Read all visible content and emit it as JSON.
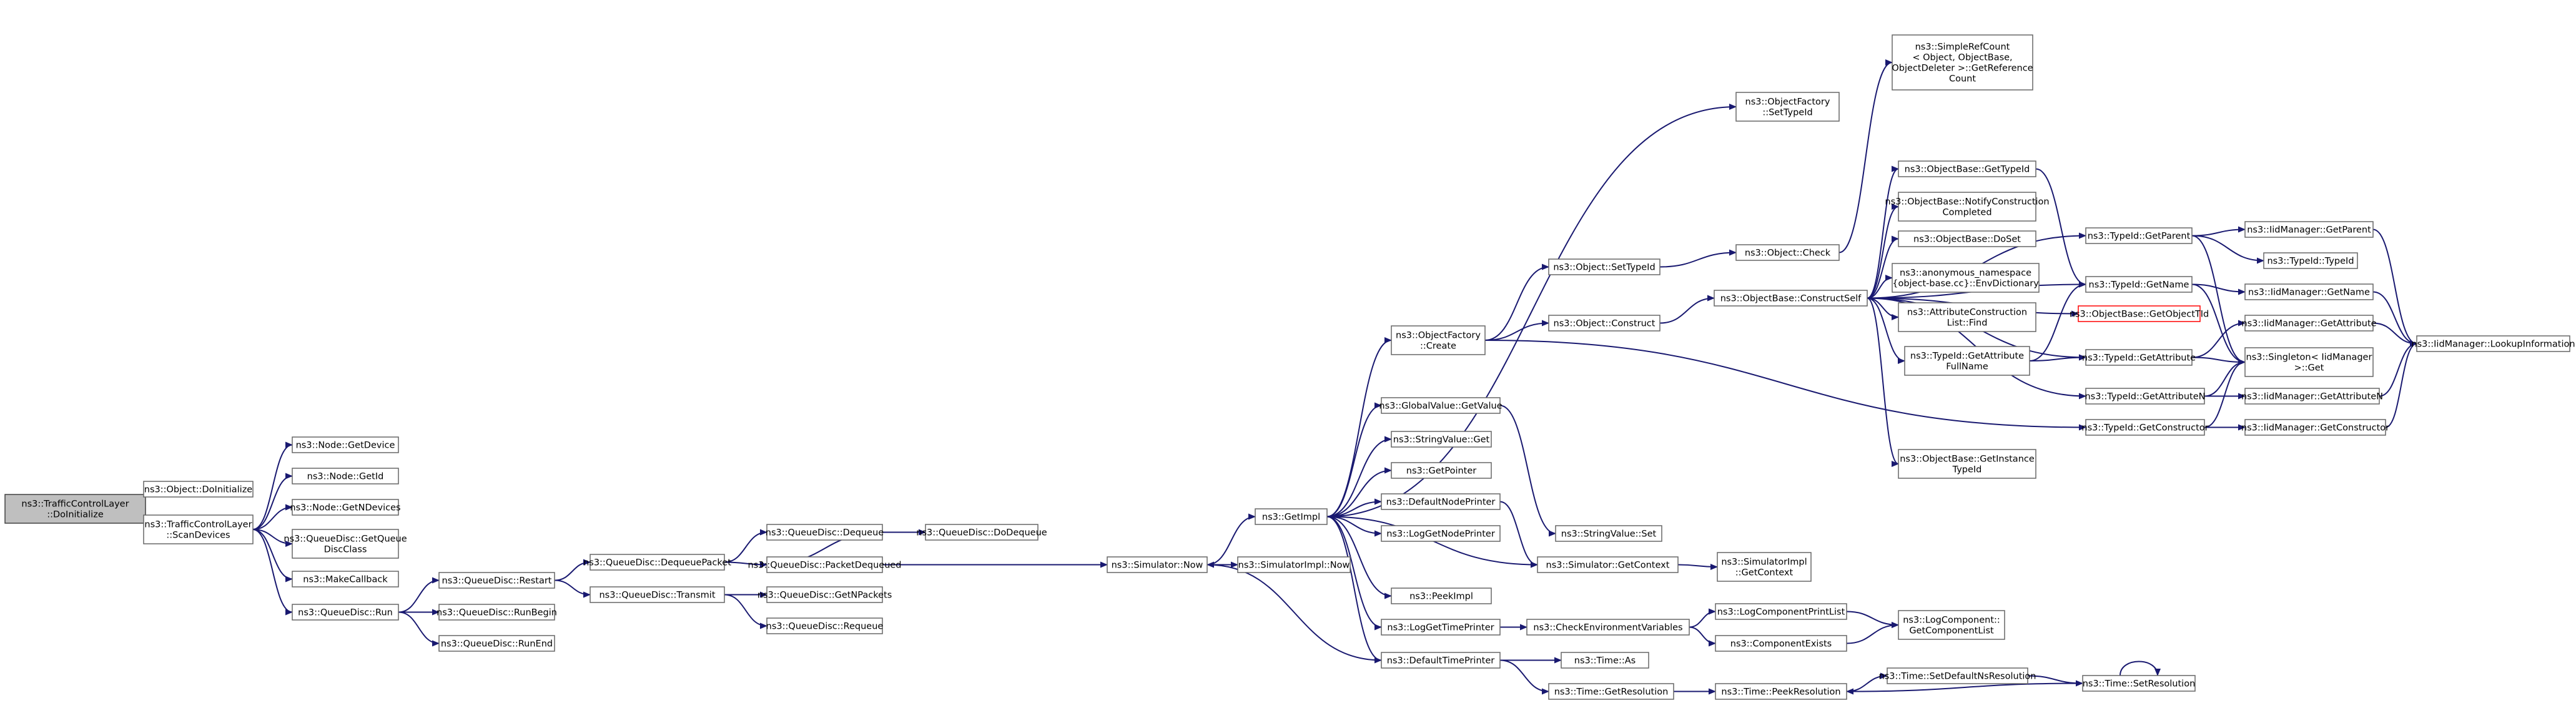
{
  "graph": {
    "colors": {
      "node_border": "#666666",
      "node_fill": "#ffffff",
      "root_fill": "#bfbfbf",
      "root_border": "#404040",
      "external_border": "#ff0000",
      "edge": "#191970",
      "text": "#000000"
    },
    "nodes": [
      {
        "id": "root",
        "lines": [
          "ns3::TrafficControlLayer",
          "::DoInitialize"
        ]
      },
      {
        "id": "obj_doinit",
        "lines": [
          "ns3::Object::DoInitialize"
        ]
      },
      {
        "id": "scan",
        "lines": [
          "ns3::TrafficControlLayer",
          "::ScanDevices"
        ]
      },
      {
        "id": "getdevice",
        "lines": [
          "ns3::Node::GetDevice"
        ]
      },
      {
        "id": "getid",
        "lines": [
          "ns3::Node::GetId"
        ]
      },
      {
        "id": "getndev",
        "lines": [
          "ns3::Node::GetNDevices"
        ]
      },
      {
        "id": "getqdc",
        "lines": [
          "ns3::QueueDisc::GetQueue",
          "DiscClass"
        ]
      },
      {
        "id": "makecb",
        "lines": [
          "ns3::MakeCallback"
        ]
      },
      {
        "id": "qrun",
        "lines": [
          "ns3::QueueDisc::Run"
        ]
      },
      {
        "id": "restart",
        "lines": [
          "ns3::QueueDisc::Restart"
        ]
      },
      {
        "id": "runbegin",
        "lines": [
          "ns3::QueueDisc::RunBegin"
        ]
      },
      {
        "id": "runend",
        "lines": [
          "ns3::QueueDisc::RunEnd"
        ]
      },
      {
        "id": "deqpkt",
        "lines": [
          "ns3::QueueDisc::DequeuePacket"
        ]
      },
      {
        "id": "transmit",
        "lines": [
          "ns3::QueueDisc::Transmit"
        ]
      },
      {
        "id": "dequeue",
        "lines": [
          "ns3::QueueDisc::Dequeue"
        ]
      },
      {
        "id": "pktdeq",
        "lines": [
          "ns3::QueueDisc::PacketDequeued"
        ]
      },
      {
        "id": "getnp",
        "lines": [
          "ns3::QueueDisc::GetNPackets"
        ]
      },
      {
        "id": "requeue",
        "lines": [
          "ns3::QueueDisc::Requeue"
        ]
      },
      {
        "id": "dodeq",
        "lines": [
          "ns3::QueueDisc::DoDequeue"
        ]
      },
      {
        "id": "simnow",
        "lines": [
          "ns3::Simulator::Now"
        ]
      },
      {
        "id": "simimplnow",
        "lines": [
          "ns3::SimulatorImpl::Now"
        ]
      },
      {
        "id": "getimpl",
        "lines": [
          "ns3::GetImpl"
        ]
      },
      {
        "id": "ofcreate",
        "lines": [
          "ns3::ObjectFactory",
          "::Create"
        ]
      },
      {
        "id": "gvgetvalue",
        "lines": [
          "ns3::GlobalValue::GetValue"
        ]
      },
      {
        "id": "svget",
        "lines": [
          "ns3::StringValue::Get"
        ]
      },
      {
        "id": "getpointer",
        "lines": [
          "ns3::GetPointer"
        ]
      },
      {
        "id": "defnodeprinter",
        "lines": [
          "ns3::DefaultNodePrinter"
        ]
      },
      {
        "id": "loggetnodeprinter",
        "lines": [
          "ns3::LogGetNodePrinter"
        ]
      },
      {
        "id": "peekimpl",
        "lines": [
          "ns3::PeekImpl"
        ]
      },
      {
        "id": "loggettimeprinter",
        "lines": [
          "ns3::LogGetTimePrinter"
        ]
      },
      {
        "id": "deftimeprinter",
        "lines": [
          "ns3::DefaultTimePrinter"
        ]
      },
      {
        "id": "svset",
        "lines": [
          "ns3::StringValue::Set"
        ]
      },
      {
        "id": "simgetctx",
        "lines": [
          "ns3::Simulator::GetContext"
        ]
      },
      {
        "id": "simimplgetctx",
        "lines": [
          "ns3::SimulatorImpl",
          "::GetContext"
        ]
      },
      {
        "id": "checkenv",
        "lines": [
          "ns3::CheckEnvironmentVariables"
        ]
      },
      {
        "id": "logcompprint",
        "lines": [
          "ns3::LogComponentPrintList"
        ]
      },
      {
        "id": "compexists",
        "lines": [
          "ns3::ComponentExists"
        ]
      },
      {
        "id": "logcompget",
        "lines": [
          "ns3::LogComponent::",
          "GetComponentList"
        ]
      },
      {
        "id": "timeas",
        "lines": [
          "ns3::Time::As"
        ]
      },
      {
        "id": "timegetres",
        "lines": [
          "ns3::Time::GetResolution"
        ]
      },
      {
        "id": "timepeekres",
        "lines": [
          "ns3::Time::PeekResolution"
        ]
      },
      {
        "id": "timesetdefres",
        "lines": [
          "ns3::Time::SetDefaultNsResolution"
        ]
      },
      {
        "id": "timesetres",
        "lines": [
          "ns3::Time::SetResolution"
        ]
      },
      {
        "id": "objsettypeid",
        "lines": [
          "ns3::Object::SetTypeId"
        ]
      },
      {
        "id": "objconstruct",
        "lines": [
          "ns3::Object::Construct"
        ]
      },
      {
        "id": "objcheck",
        "lines": [
          "ns3::Object::Check"
        ]
      },
      {
        "id": "ofsettypeid",
        "lines": [
          "ns3::ObjectFactory",
          "::SetTypeId"
        ]
      },
      {
        "id": "srcgetref",
        "lines": [
          "ns3::SimpleRefCount",
          "< Object, ObjectBase,",
          "ObjectDeleter >::GetReference",
          "Count"
        ]
      },
      {
        "id": "obconstructself",
        "lines": [
          "ns3::ObjectBase::ConstructSelf"
        ]
      },
      {
        "id": "obgettypeid",
        "lines": [
          "ns3::ObjectBase::GetTypeId"
        ]
      },
      {
        "id": "obnotify",
        "lines": [
          "ns3::ObjectBase::NotifyConstruction",
          "Completed"
        ]
      },
      {
        "id": "obdoset",
        "lines": [
          "ns3::ObjectBase::DoSet"
        ]
      },
      {
        "id": "envdict",
        "lines": [
          "ns3::anonymous_namespace",
          "{object-base.cc}::EnvDictionary"
        ]
      },
      {
        "id": "acfind",
        "lines": [
          "ns3::AttributeConstruction",
          "List::Find"
        ]
      },
      {
        "id": "tidgetattrfull",
        "lines": [
          "ns3::TypeId::GetAttribute",
          "FullName"
        ]
      },
      {
        "id": "obgetinsttid",
        "lines": [
          "ns3::ObjectBase::GetInstance",
          "TypeId"
        ]
      },
      {
        "id": "tidgetparent",
        "lines": [
          "ns3::TypeId::GetParent"
        ]
      },
      {
        "id": "tidgetname",
        "lines": [
          "ns3::TypeId::GetName"
        ]
      },
      {
        "id": "obgetobjectid",
        "lines": [
          "ns3::ObjectBase::GetObjectTId"
        ]
      },
      {
        "id": "tidgetattr",
        "lines": [
          "ns3::TypeId::GetAttribute"
        ]
      },
      {
        "id": "tidgetattrn",
        "lines": [
          "ns3::TypeId::GetAttributeN"
        ]
      },
      {
        "id": "tidgetctor",
        "lines": [
          "ns3::TypeId::GetConstructor"
        ]
      },
      {
        "id": "idmgetparent",
        "lines": [
          "ns3::IidManager::GetParent"
        ]
      },
      {
        "id": "tidtypeid",
        "lines": [
          "ns3::TypeId::TypeId"
        ]
      },
      {
        "id": "idmgetname",
        "lines": [
          "ns3::IidManager::GetName"
        ]
      },
      {
        "id": "idmgetattr",
        "lines": [
          "ns3::IidManager::GetAttribute"
        ]
      },
      {
        "id": "singleton",
        "lines": [
          "ns3::Singleton< IidManager",
          " >::Get"
        ]
      },
      {
        "id": "idmgetattrn",
        "lines": [
          "ns3::IidManager::GetAttributeN"
        ]
      },
      {
        "id": "idmgetctor",
        "lines": [
          "ns3::IidManager::GetConstructor"
        ]
      },
      {
        "id": "idmlookup",
        "lines": [
          "ns3::IidManager::LookupInformation"
        ]
      }
    ]
  }
}
